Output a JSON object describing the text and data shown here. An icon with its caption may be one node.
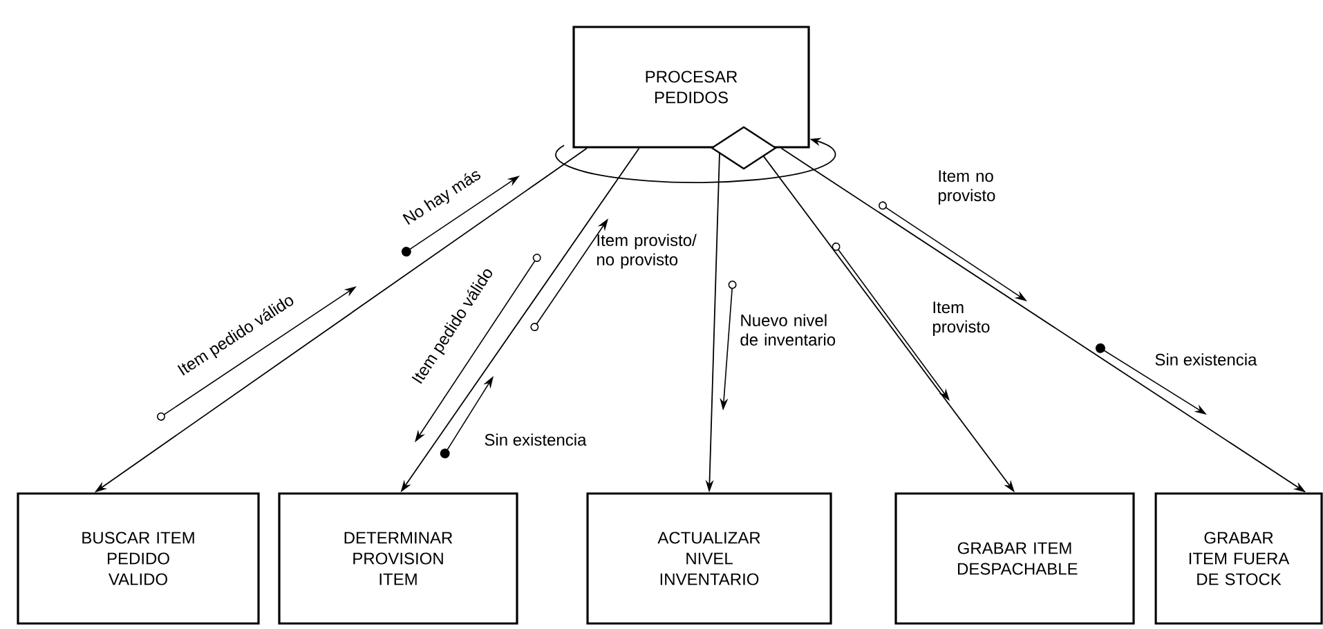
{
  "diagram": {
    "nodes": [
      {
        "text": [
          "PROCESAR PEDIDOS"
        ]
      },
      {
        "text": [
          "BUSCAR ITEM PEDIDO VALIDO"
        ]
      },
      {
        "text": [
          "DETERMINAR PROVISION ITEM"
        ]
      },
      {
        "text": [
          "ACTUALIZAR NIVEL INVENTARIO"
        ]
      },
      {
        "text": [
          "GRABAR ITEM DESPACHABLE"
        ]
      },
      {
        "text": [
          "GRABAR ITEM FUERA DE STOCK"
        ]
      }
    ],
    "edges": [
      {
        "from": 0,
        "to": 1,
        "arrow": "to"
      },
      {
        "from": 0,
        "to": 2,
        "arrow": "to"
      },
      {
        "from": 0,
        "to": 3,
        "arrow": "to"
      },
      {
        "from": 0,
        "to": 4,
        "arrow": "to"
      },
      {
        "from": 0,
        "to": 5,
        "arrow": "to"
      }
    ],
    "labels": [
      "Item pedido válido",
      "No hay más",
      "Item pedido válido",
      "Item provisto/ no provisto",
      "Sin existencia",
      "Nuevo nivel de inventario",
      "Item no provisto",
      "Item provisto",
      "Sin existencia"
    ]
  }
}
